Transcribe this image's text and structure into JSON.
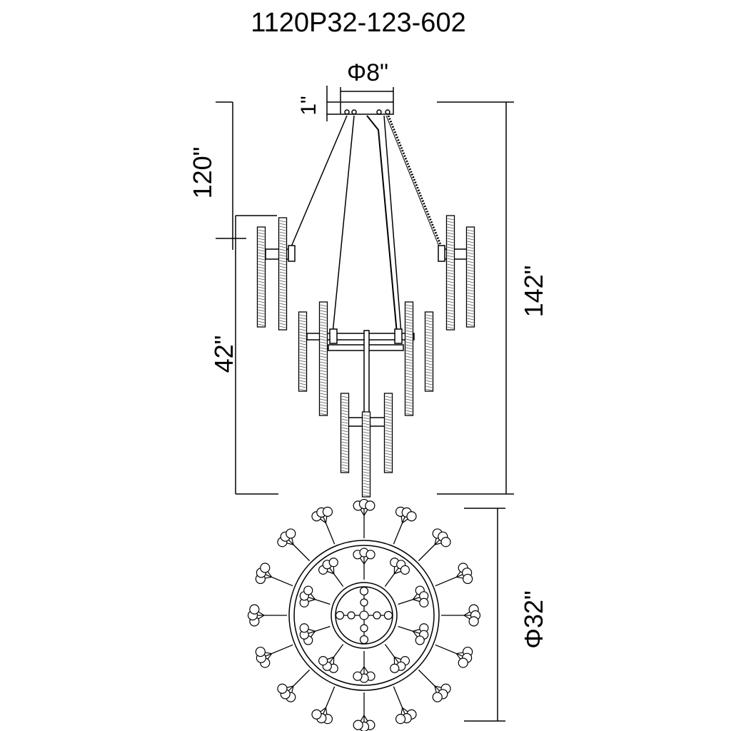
{
  "title": "1120P32-123-602",
  "dimensions": {
    "canopy_diameter": "Φ8\"",
    "canopy_height": "1\"",
    "cable_length": "120\"",
    "fixture_height": "42\"",
    "overall_height": "142\"",
    "fixture_diameter": "Φ32\""
  },
  "colors": {
    "line": "#000000",
    "background": "#ffffff"
  }
}
